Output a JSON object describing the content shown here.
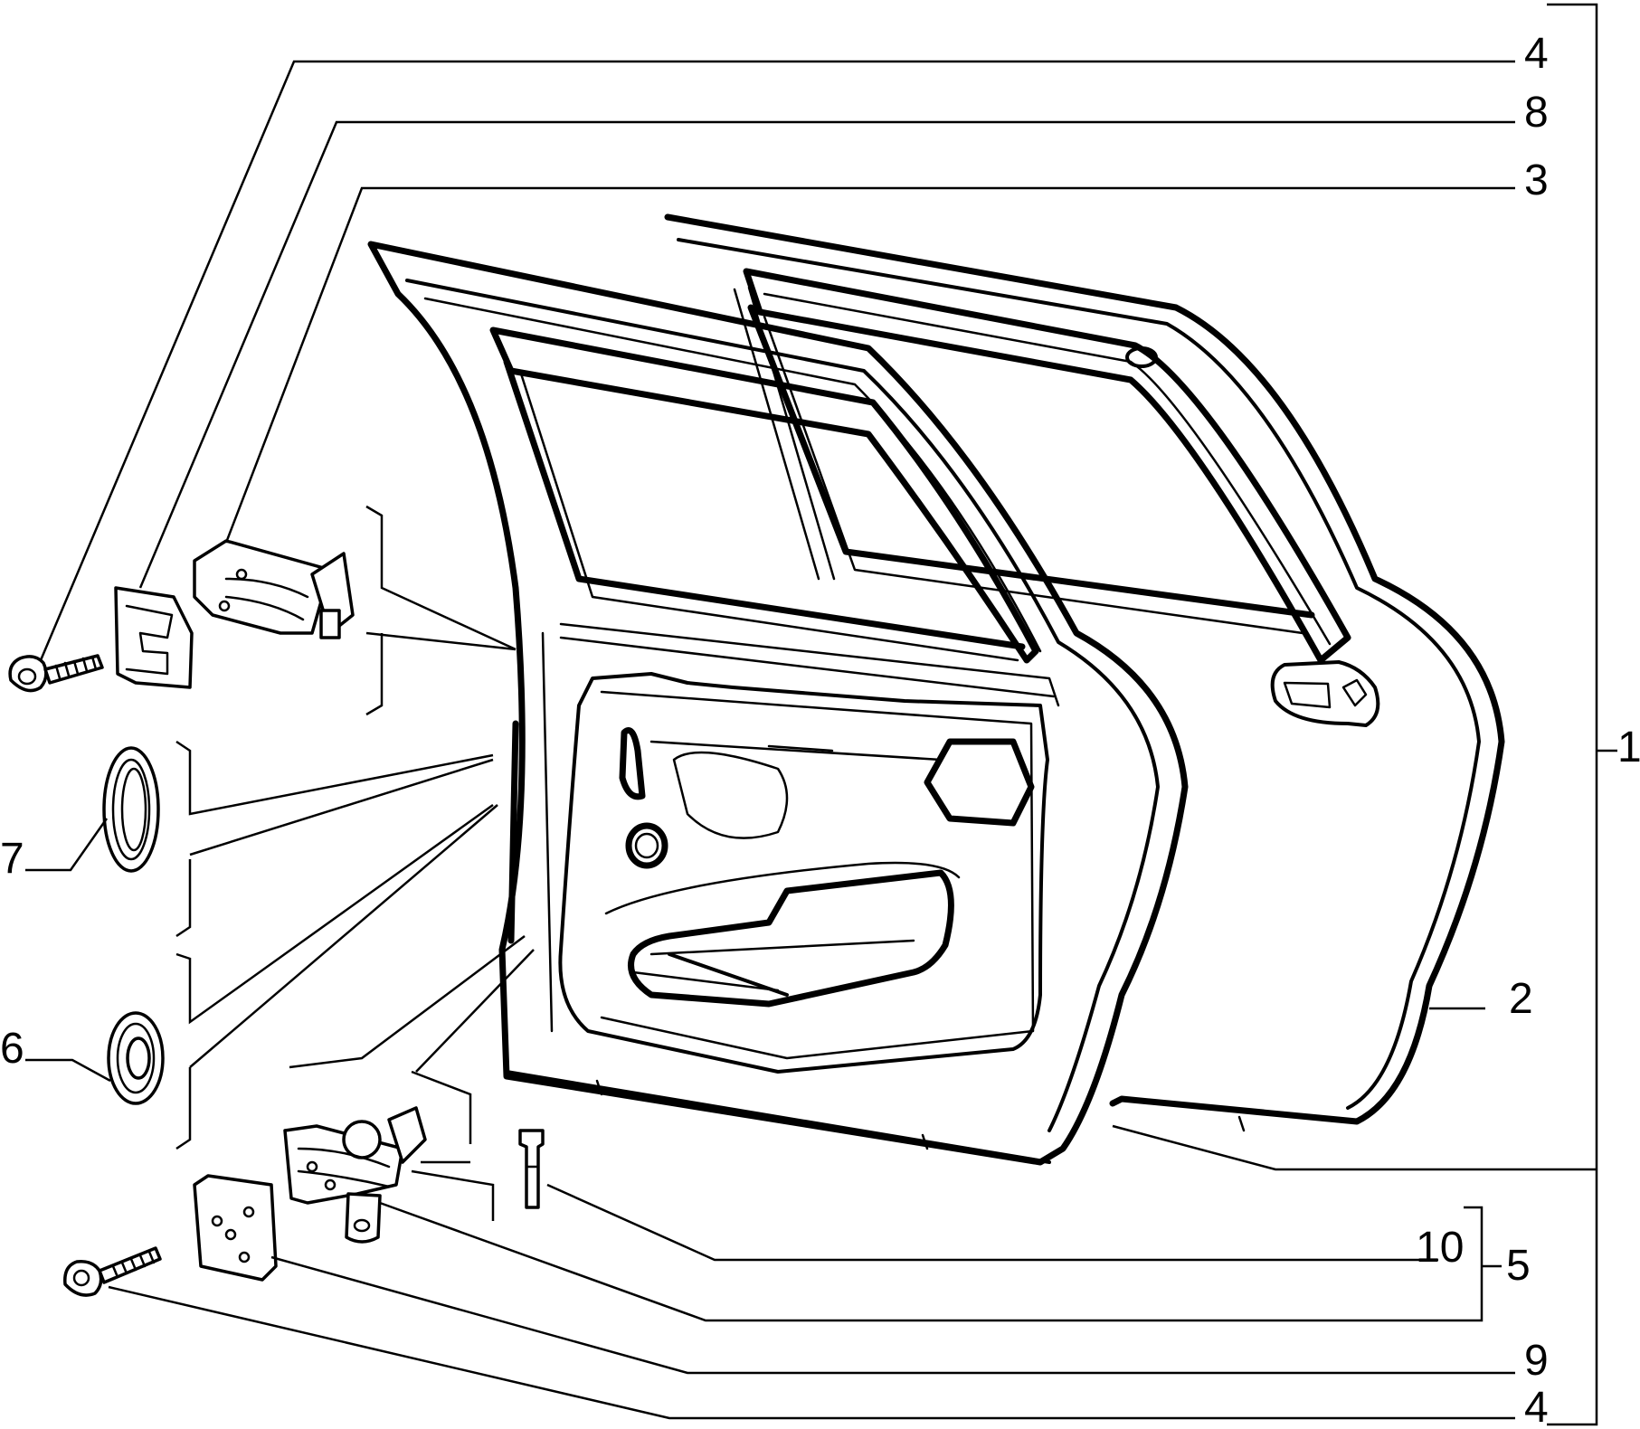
{
  "callouts": {
    "c4_top": "4",
    "c8": "8",
    "c3": "3",
    "c1": "1",
    "c7": "7",
    "c6": "6",
    "c2": "2",
    "c10": "10",
    "c5": "5",
    "c9": "9",
    "c4_bottom": "4"
  }
}
